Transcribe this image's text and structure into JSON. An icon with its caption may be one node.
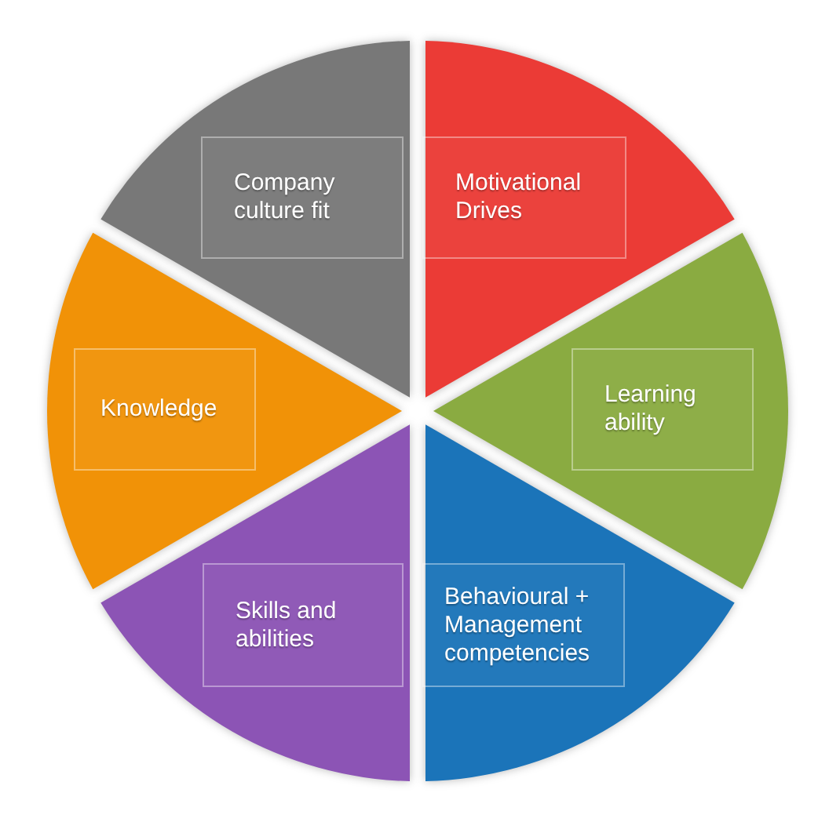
{
  "diagram": {
    "nodes": [
      {
        "text": [
          "Company culture fit"
        ]
      },
      {
        "text": [
          "Motivational Drives"
        ]
      },
      {
        "text": [
          "Knowledge"
        ]
      },
      {
        "text": [
          "Learning ability"
        ]
      },
      {
        "text": [
          "Skills and abilities"
        ]
      },
      {
        "text": [
          "Behavioural + Management competencies"
        ]
      }
    ]
  }
}
